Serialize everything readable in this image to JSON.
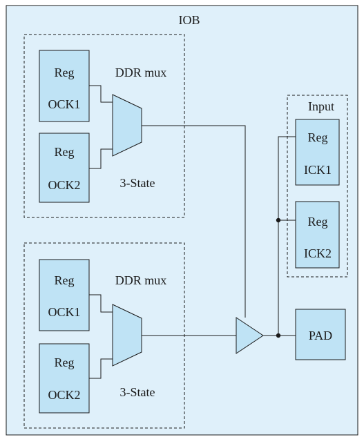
{
  "title": "IOB",
  "colors": {
    "background": "#dff0fa",
    "block_fill": "#bfe3f5",
    "stroke": "#1a1a1a"
  },
  "output_block_1": {
    "reg_top": {
      "name": "Reg",
      "clock": "OCK1"
    },
    "reg_bottom": {
      "name": "Reg",
      "clock": "OCK2"
    },
    "mux_label": "DDR mux",
    "state_label": "3-State"
  },
  "output_block_2": {
    "reg_top": {
      "name": "Reg",
      "clock": "OCK1"
    },
    "reg_bottom": {
      "name": "Reg",
      "clock": "OCK2"
    },
    "mux_label": "DDR mux",
    "state_label": "3-State"
  },
  "input_block": {
    "label": "Input",
    "reg_top": {
      "name": "Reg",
      "clock": "ICK1"
    },
    "reg_bottom": {
      "name": "Reg",
      "clock": "ICK2"
    }
  },
  "pad": {
    "label": "PAD"
  }
}
